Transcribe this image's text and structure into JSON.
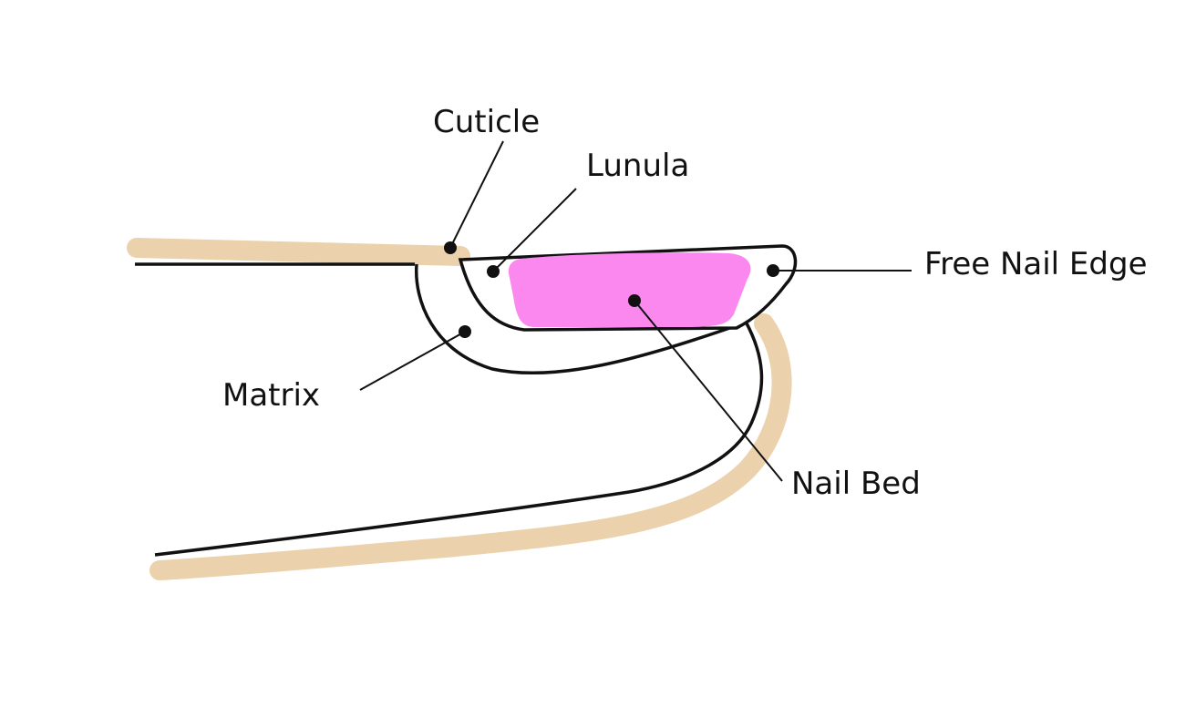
{
  "labels": {
    "cuticle": "Cuticle",
    "lunula": "Lunula",
    "free_nail_edge": "Free Nail Edge",
    "matrix": "Matrix",
    "nail_bed": "Nail Bed"
  },
  "colors": {
    "skin": "#EBD2AD",
    "outline": "#111111",
    "nail_bed": "#FB88EF",
    "background": "#FFFFFF"
  }
}
